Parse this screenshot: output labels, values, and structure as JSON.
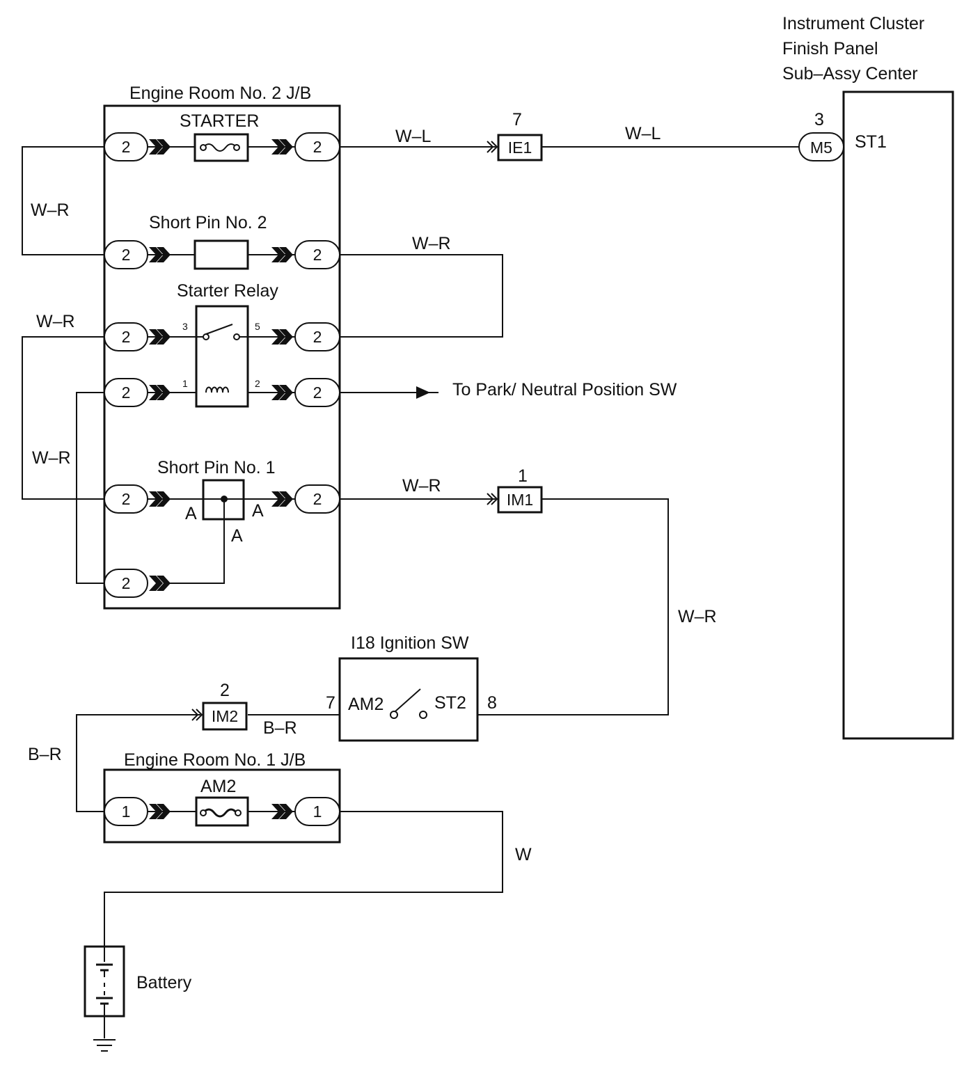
{
  "instrument_cluster": {
    "title_line1": "Instrument Cluster",
    "title_line2": "Finish Panel",
    "title_line3": "Sub–Assy Center",
    "pin_number": "3",
    "connector": "M5",
    "terminal": "ST1"
  },
  "jb2": {
    "title": "Engine Room No. 2 J/B",
    "starter_fuse": "STARTER",
    "short_pin_2": "Short Pin No. 2",
    "starter_relay": "Starter Relay",
    "short_pin_1": "Short Pin No. 1",
    "connector_num": "2",
    "relay_pins": {
      "p3": "3",
      "p5": "5",
      "p1": "1",
      "p2": "2"
    },
    "short_pin_terminal": "A"
  },
  "jb1": {
    "title": "Engine Room No. 1 J/B",
    "fuse": "AM2",
    "connector_num": "1"
  },
  "ignition": {
    "title": "I18 Ignition SW",
    "pin_left": "7",
    "pin_right": "8",
    "term_left": "AM2",
    "term_right": "ST2"
  },
  "connectors": {
    "ie1": {
      "name": "IE1",
      "pin": "7"
    },
    "im1": {
      "name": "IM1",
      "pin": "1"
    },
    "im2": {
      "name": "IM2",
      "pin": "2"
    }
  },
  "wires": {
    "wl": "W–L",
    "wr": "W–R",
    "br": "B–R",
    "w": "W"
  },
  "park_neutral": "To Park/ Neutral Position SW",
  "battery": "Battery"
}
